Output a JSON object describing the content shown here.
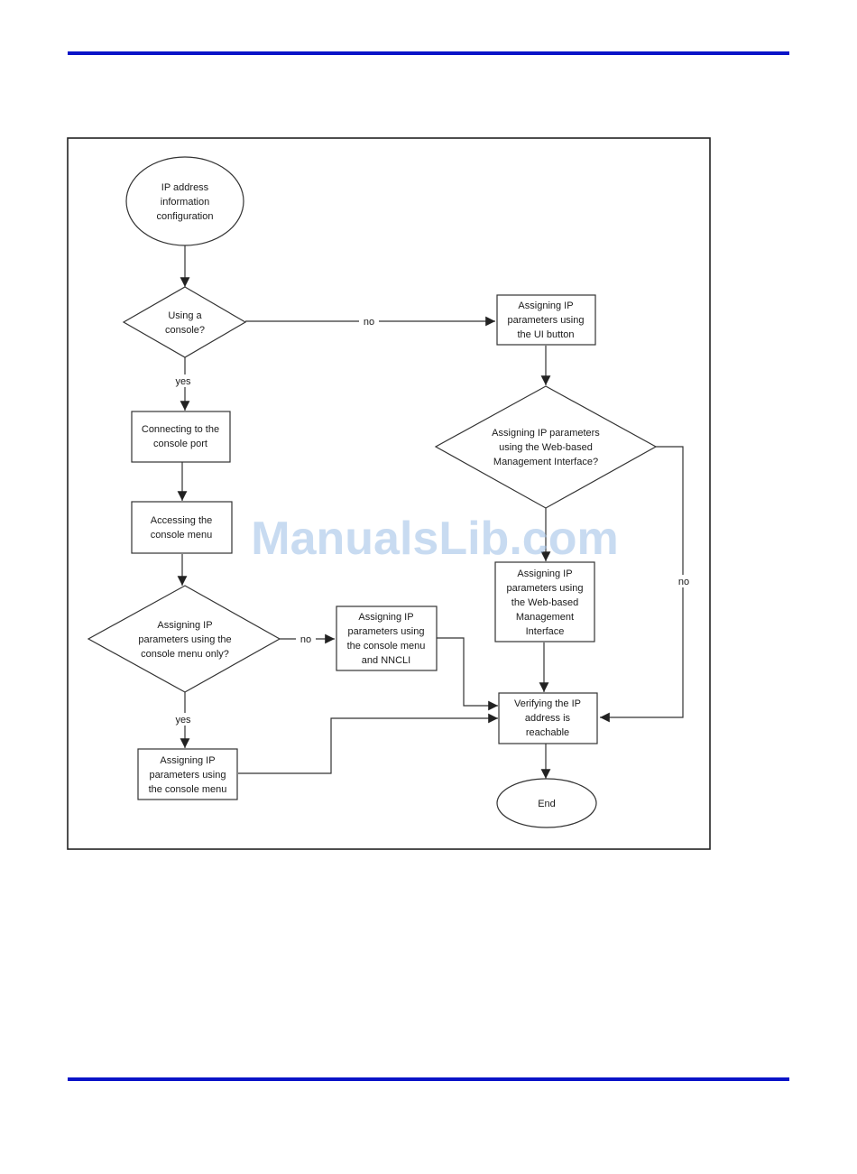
{
  "colors": {
    "rule": "#0a14c8",
    "line": "#333333",
    "watermark": "#9bbde6"
  },
  "watermark": "ManualsLib.com",
  "nodes": {
    "start": [
      "IP address",
      "information",
      "configuration"
    ],
    "using_console": [
      "Using a",
      "console?"
    ],
    "ui_button": [
      "Assigning IP",
      "parameters using",
      "the UI button"
    ],
    "web_decision": [
      "Assigning IP parameters",
      "using the Web-based",
      "Management Interface?"
    ],
    "connect_console": [
      "Connecting to the",
      "console port"
    ],
    "access_menu": [
      "Accessing the",
      "console menu"
    ],
    "menu_only": [
      "Assigning IP",
      "parameters using the",
      "console menu only?"
    ],
    "menu_nncli": [
      "Assigning IP",
      "parameters using",
      "the console menu",
      "and NNCLI"
    ],
    "web_assign": [
      "Assigning IP",
      "parameters using",
      "the Web-based",
      "Management",
      "Interface"
    ],
    "verify": [
      "Verifying the IP",
      "address is",
      "reachable"
    ],
    "menu_assign": [
      "Assigning IP",
      "parameters using",
      "the console menu"
    ],
    "end": [
      "End"
    ]
  },
  "labels": {
    "no_console": "no",
    "yes_console": "yes",
    "no_menu": "no",
    "yes_menu": "yes",
    "no_web": "no"
  }
}
